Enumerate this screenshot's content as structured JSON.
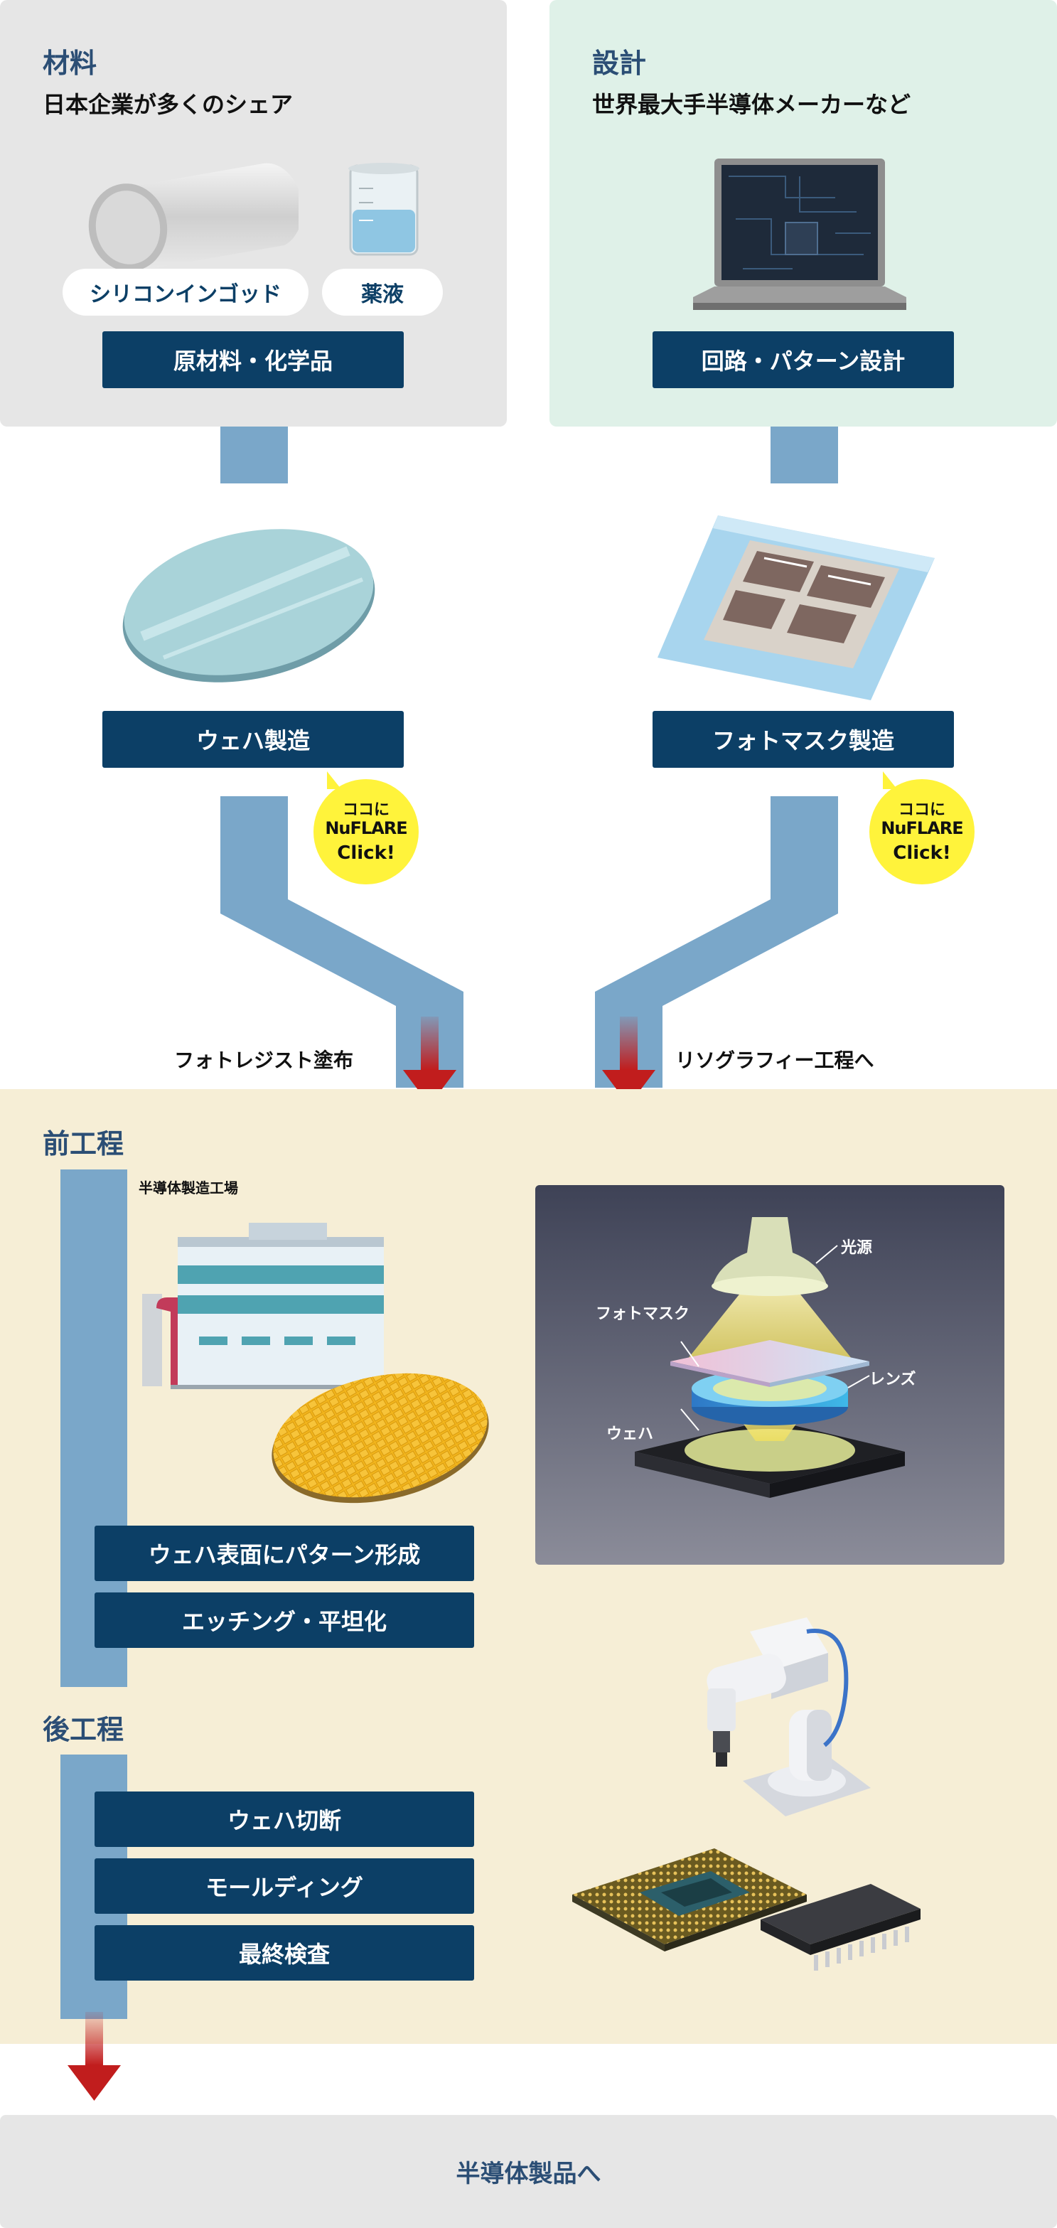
{
  "materials": {
    "title": "材料",
    "subtitle": "日本企業が多くのシェア",
    "pill_ingot": "シリコンインゴッド",
    "pill_chemical": "薬液",
    "button": "原材料・化学品"
  },
  "design": {
    "title": "設計",
    "subtitle": "世界最大手半導体メーカーなど",
    "button": "回路・パターン設計"
  },
  "wafer": {
    "button": "ウェハ製造"
  },
  "photomask": {
    "button": "フォトマスク製造"
  },
  "badge": {
    "line1": "ココに",
    "line2": "NuFLARE",
    "line3": "Click!"
  },
  "flow_labels": {
    "left": "フォトレジスト塗布",
    "right": "リソグラフィー工程へ"
  },
  "front_process": {
    "title": "前工程",
    "factory_label": "半導体製造工場",
    "steps": [
      "ウェハ表面にパターン形成",
      "エッチング・平坦化"
    ]
  },
  "lithography": {
    "light_source": "光源",
    "photomask": "フォトマスク",
    "lens": "レンズ",
    "wafer": "ウェハ"
  },
  "back_process": {
    "title": "後工程",
    "steps": [
      "ウェハ切断",
      "モールディング",
      "最終検査"
    ]
  },
  "final": {
    "label": "半導体製品へ"
  }
}
